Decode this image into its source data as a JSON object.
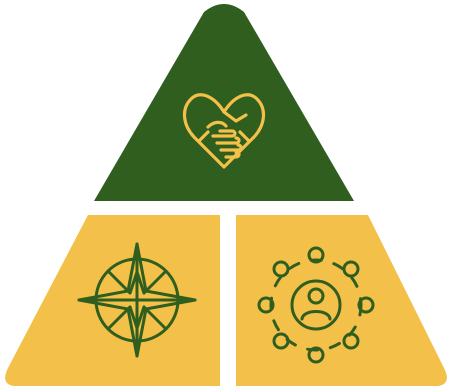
{
  "graphic": {
    "kind": "three-part pyramid emblem",
    "colors": {
      "top_fill": "#2f5e1f",
      "top_line": "#f3c04a",
      "bottom_fill": "#f3c04a",
      "bottom_line": "#2f5e1f",
      "background": "#ffffff"
    },
    "segments": [
      {
        "position": "top",
        "icon": "heart-handshake-icon"
      },
      {
        "position": "bottom-left",
        "icon": "compass-rose-icon"
      },
      {
        "position": "bottom-right",
        "icon": "person-network-icon"
      }
    ]
  }
}
